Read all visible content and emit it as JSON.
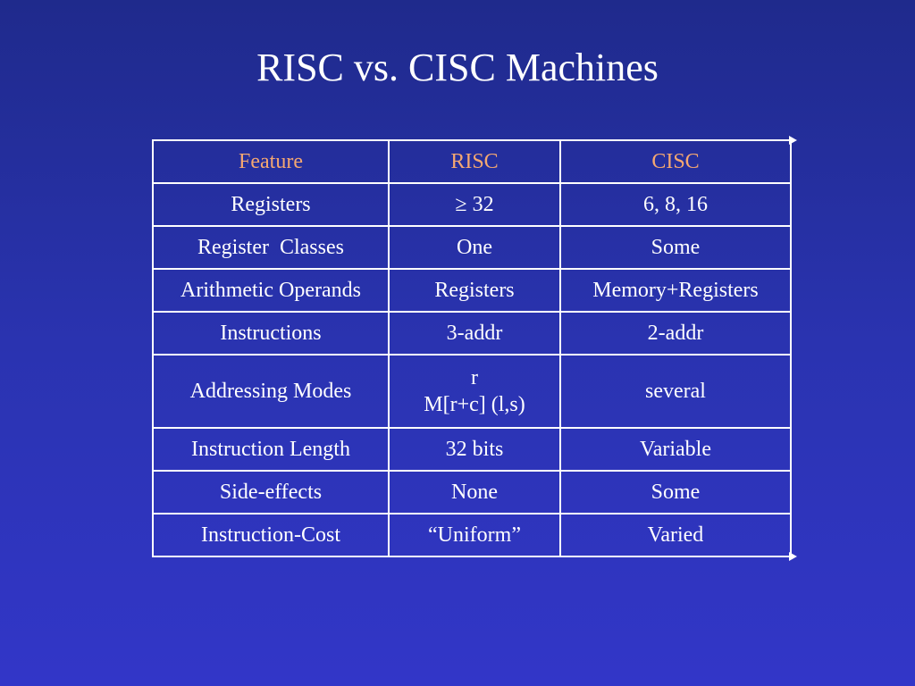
{
  "slide": {
    "title": "RISC vs. CISC Machines"
  },
  "table": {
    "headers": [
      "Feature",
      "RISC",
      "CISC"
    ],
    "rows": [
      {
        "feature": "Registers",
        "risc": "≥ 32",
        "cisc": "6, 8, 16"
      },
      {
        "feature": "Register  Classes",
        "risc": "One",
        "cisc": "Some"
      },
      {
        "feature": "Arithmetic Operands",
        "risc": "Registers",
        "cisc": "Memory+Registers"
      },
      {
        "feature": "Instructions",
        "risc": "3-addr",
        "cisc": "2-addr"
      },
      {
        "feature": "Addressing Modes",
        "risc_line1": "r",
        "risc_line2": "M[r+c] (l,s)",
        "cisc": "several"
      },
      {
        "feature": "Instruction Length",
        "risc": "32 bits",
        "cisc": "Variable"
      },
      {
        "feature": "Side-effects",
        "risc": "None",
        "cisc": "Some"
      },
      {
        "feature": "Instruction-Cost",
        "risc": "“Uniform”",
        "cisc": "Varied"
      }
    ]
  },
  "colors": {
    "background_top": "#1f2a8c",
    "background_bottom": "#3236c8",
    "header_text": "#f5a871",
    "body_text": "#ffffff"
  }
}
